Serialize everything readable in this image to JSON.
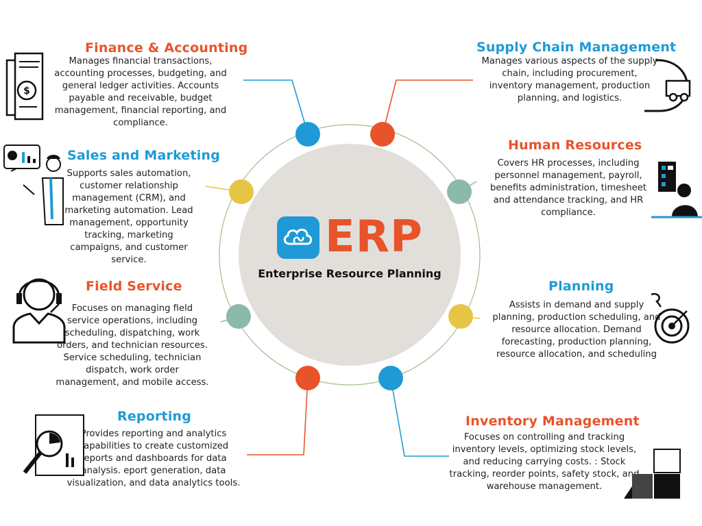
{
  "center": {
    "title": "ERP",
    "subtitle": "Enterprise Resource  Planning"
  },
  "modules": {
    "finance": {
      "title": "Finance & Accounting",
      "description": "Manages financial transactions, accounting processes, budgeting, and general ledger activities.  Accounts payable and receivable, budget management, financial reporting, and compliance."
    },
    "sales": {
      "title": "Sales and Marketing",
      "description": "Supports sales automation, customer relationship management (CRM), and marketing automation. Lead management, opportunity tracking, marketing campaigns, and customer service."
    },
    "field_service": {
      "title": "Field Service",
      "description": "Focuses on managing field service operations, including scheduling, dispatching, work orders, and technician resources. Service scheduling, technician dispatch, work order management, and mobile access."
    },
    "reporting": {
      "title": "Reporting",
      "description": "Provides reporting and analytics capabilities to create customized reports and dashboards for data analysis. eport generation, data visualization, and data analytics tools."
    },
    "supply_chain": {
      "title": "Supply Chain Management",
      "description": "Manages various aspects of the supply chain, including procurement, inventory management, production planning, and logistics."
    },
    "hr": {
      "title": "Human Resources",
      "description": "Covers HR processes, including personnel management, payroll, benefits administration, timesheet and attendance tracking, and HR compliance."
    },
    "planning": {
      "title": "Planning",
      "description": "Assists in demand and supply planning, production scheduling, and resource allocation. Demand forecasting, production planning, resource allocation, and scheduling"
    },
    "inventory": {
      "title": "Inventory Management",
      "description": "Focuses on controlling and tracking inventory levels, optimizing stock levels, and reducing carrying costs. : Stock tracking, reorder points, safety stock, and warehouse management."
    }
  },
  "colors": {
    "orange": "#e8532a",
    "blue": "#1f9ad6",
    "yellow": "#e6c545",
    "teal": "#8bb9aa",
    "ring": "#9dbf8a",
    "center_fill": "#e2dfdb"
  }
}
